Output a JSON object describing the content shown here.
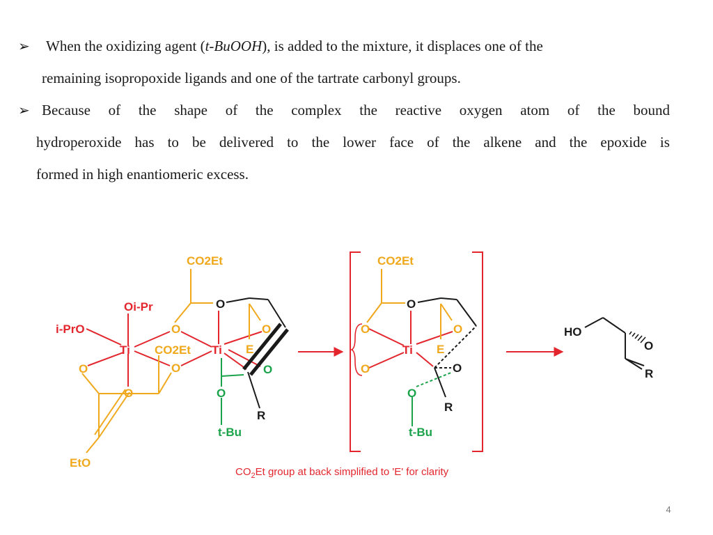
{
  "bullets": [
    {
      "marker": "➢",
      "line1": {
        "pre": "When the oxidizing agent (",
        "emph": "t-BuOOH",
        "post": "), is added to the mixture, it displaces one of the"
      },
      "line2": "remaining isopropoxide ligands and one of the tartrate carbonyl groups."
    },
    {
      "marker": "➢",
      "line1_words": [
        "Because",
        "of",
        "the",
        "shape",
        "of",
        "the",
        "complex",
        "the",
        "reactive",
        "oxygen",
        "atom",
        "of",
        "the",
        "bound"
      ],
      "line2_words": [
        "hydroperoxide",
        "has",
        "to",
        "be",
        "delivered",
        "to",
        "the",
        "lower",
        "face",
        "of",
        "the",
        "alkene",
        "and",
        "the",
        "epoxide",
        "is"
      ],
      "line3": "formed in high enantiomeric excess."
    }
  ],
  "scheme": {
    "colors": {
      "red": "#e3262d",
      "orange": "#f0a81c",
      "green": "#1aa34a",
      "black": "#1a1a1a"
    },
    "complex": {
      "ipr_o": "Oi-Pr",
      "ipr_o_left": "i-PrO",
      "ti": "Ti",
      "co2et_top": "CO2Et",
      "co2et_mid": "CO2Et",
      "e_label": "E",
      "o": "O",
      "r": "R",
      "tbu": "t-Bu",
      "eto": "EtO"
    },
    "transition_state": {
      "co2et_top": "CO2Et",
      "ti": "Ti",
      "e_label": "E",
      "o": "O",
      "r": "R",
      "tbu": "t-Bu"
    },
    "product": {
      "ho": "HO",
      "o": "O",
      "r": "R"
    },
    "caption": {
      "co": "CO",
      "sub": "2",
      "rest": "Et group at back simplified to 'E' for clarity"
    }
  },
  "page_number": "4"
}
